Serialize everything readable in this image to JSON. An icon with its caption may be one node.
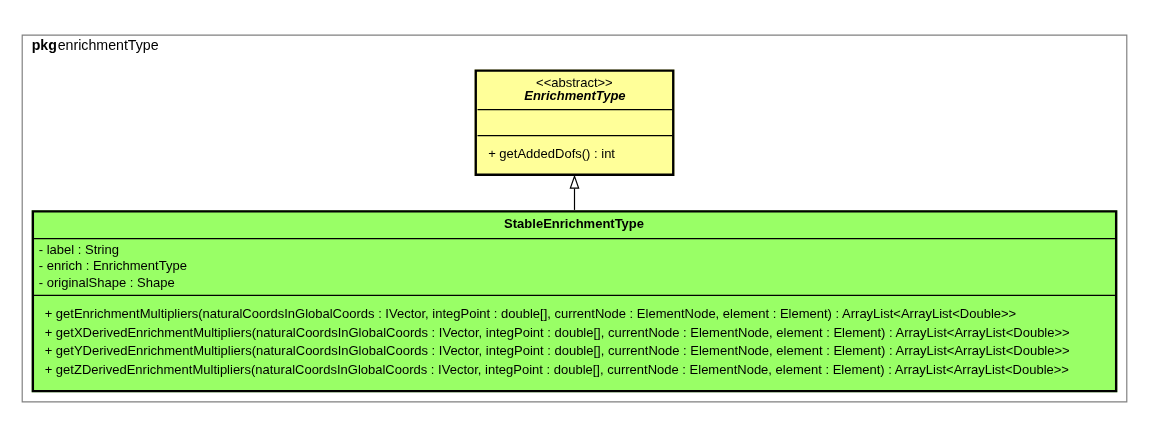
{
  "diagram": {
    "nodes": [
      {
        "text": [
          "**pkg**enrichmentType"
        ]
      },
      {
        "text": [
          "<<abstract>>",
          "EnrichmentType",
          "+ getAddedDofs() : int"
        ],
        "in": 0
      },
      {
        "text": [
          "StableEnrichmentType",
          "- label : String",
          "- enrich : EnrichmentType",
          "- originalShape : Shape",
          "+ getEnrichmentMultipliers(naturalCoordsInGlobalCoords : IVector, integPoint : double[], currentNode : ElementNode, element : Element) : ArrayList<ArrayList<Double>>",
          "+ getXDerivedEnrichmentMultipliers(naturalCoordsInGlobalCoords : IVector, integPoint : double[], currentNode : ElementNode, element : Element) : ArrayList<ArrayList<Double>>",
          "+ getYDerivedEnrichmentMultipliers(naturalCoordsInGlobalCoords : IVector, integPoint : double[], currentNode : ElementNode, element : Element) : ArrayList<ArrayList<Double>>",
          "+ getZDerivedEnrichmentMultipliers(naturalCoordsInGlobalCoords : IVector, integPoint : double[], currentNode : ElementNode, element : Element) : ArrayList<ArrayList<Double>>"
        ],
        "in": 0
      }
    ],
    "edges": [
      {
        "from": 2,
        "to": 1,
        "arrow": "to"
      }
    ]
  }
}
